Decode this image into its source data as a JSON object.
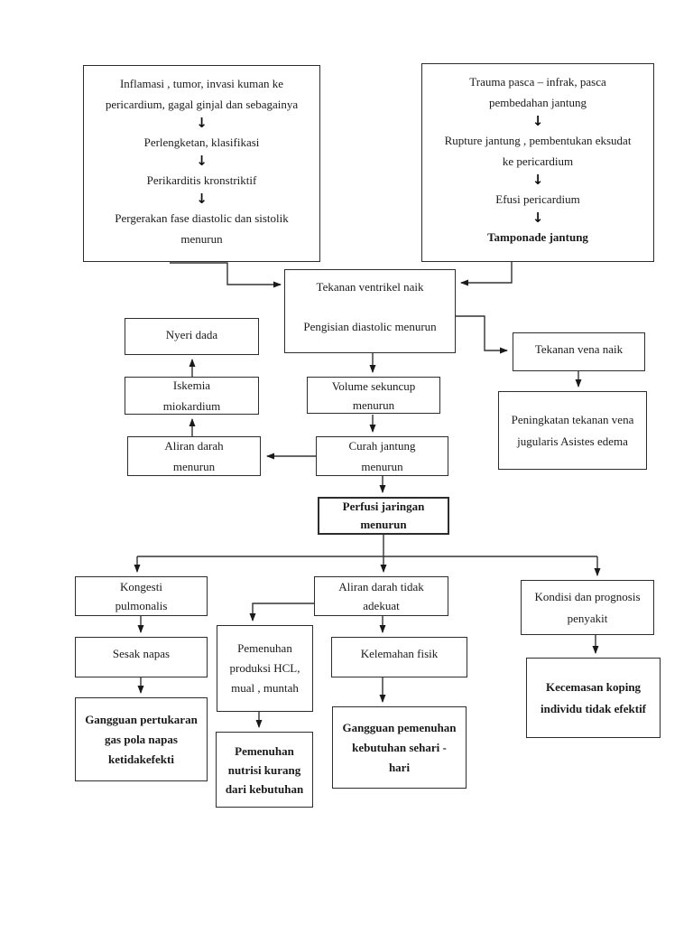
{
  "title": "Pathway diagram - tamponade jantung",
  "icons": {
    "down_arrow": "↓"
  },
  "colors": {
    "line": "#333333",
    "text": "#1a1a1a",
    "box_border": "#2d2d2d",
    "page_bg": "#ffffff"
  },
  "diagram": {
    "causes_left": {
      "p1": "Inflamasi , tumor, invasi kuman ke pericardium, gagal ginjal dan sebagainya",
      "p2": "Perlengketan, klasifikasi",
      "p3": "Perikarditis kronstriktif",
      "p4": "Pergerakan fase diastolic dan sistolik menurun"
    },
    "causes_right": {
      "p1": "Trauma pasca – infrak, pasca pembedahan jantung",
      "p2": "Rupture jantung , pembentukan eksudat ke pericardium",
      "p3": "Efusi pericardium",
      "p4": "Tamponade jantung"
    },
    "nodes": {
      "tekanan_ventrikel_line1": "Tekanan ventrikel naik",
      "tekanan_ventrikel_line2": "Pengisian diastolic menurun",
      "nyeri_dada": "Nyeri dada",
      "iskemia": "Iskemia miokardium",
      "aliran_darah_menurun": "Aliran darah menurun",
      "volume_sekuncup": "Volume sekuncup menurun",
      "curah_jantung": "Curah jantung menurun",
      "perfusi_jaringan": "Perfusi jaringan menurun",
      "tekanan_vena": "Tekanan vena naik",
      "peningkatan_vena": "Peningkatan tekanan vena jugularis Asistes edema",
      "kongesti": "Kongesti pulmonalis",
      "sesak_napas": "Sesak napas",
      "gangguan_pertukaran": "Gangguan pertukaran gas pola napas ketidakefekti",
      "pemenuhan_produksi": "Pemenuhan produksi HCL, mual , muntah",
      "pemenuhan_nutrisi": "Pemenuhan nutrisi kurang dari kebutuhan",
      "aliran_tidak_adekuat": "Aliran darah tidak adekuat",
      "kelemahan_fisik": "Kelemahan fisik",
      "gangguan_pemenuhan": "Gangguan pemenuhan kebutuhan sehari - hari",
      "kondisi_prognosis": "Kondisi dan prognosis penyakit",
      "kecemasan": "Kecemasan koping individu tidak efektif"
    }
  }
}
